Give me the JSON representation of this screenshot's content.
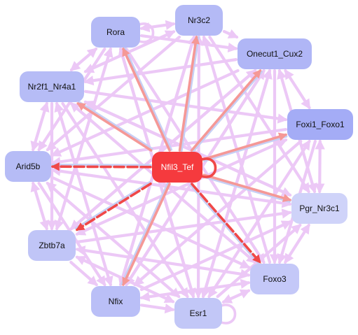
{
  "colors": {
    "edge_default": "#ecc8f6",
    "edge_activating": "#f59896",
    "edge_repressing": "#f04848",
    "edge_shadow": "#c7cff5",
    "node_hub": "#f53a3e",
    "node_hub_text": "#ffffff",
    "node_text": "#111111",
    "background": "#ffffff"
  },
  "nodes": [
    {
      "id": "nfil3_tef",
      "label": "Nfil3_Tef",
      "color": "#f53a3e",
      "hub": true
    },
    {
      "id": "nr3c2",
      "label": "Nr3c2",
      "color": "#b4baf6"
    },
    {
      "id": "rora",
      "label": "Rora",
      "color": "#b4baf6"
    },
    {
      "id": "onecut1_cux2",
      "label": "Onecut1_Cux2",
      "color": "#b0b6f6"
    },
    {
      "id": "nr2f1_nr4a1",
      "label": "Nr2f1_Nr4a1",
      "color": "#b6bcf6"
    },
    {
      "id": "foxi1_foxo1",
      "label": "Foxi1_Foxo1",
      "color": "#a4acf6"
    },
    {
      "id": "arid5b",
      "label": "Arid5b",
      "color": "#b6bcf6"
    },
    {
      "id": "pgr_nr3c1",
      "label": "Pgr_Nr3c1",
      "color": "#cfd3f9"
    },
    {
      "id": "zbtb7a",
      "label": "Zbtb7a",
      "color": "#c0c5f7"
    },
    {
      "id": "foxo3",
      "label": "Foxo3",
      "color": "#c4c8f8"
    },
    {
      "id": "nfix",
      "label": "Nfix",
      "color": "#babff7"
    },
    {
      "id": "esr1",
      "label": "Esr1",
      "color": "#c2c7f7"
    }
  ],
  "edges": [
    {
      "from": "nfil3_tef",
      "to": "arid5b",
      "type": "repressing"
    },
    {
      "from": "nfil3_tef",
      "to": "foxo3",
      "type": "repressing"
    },
    {
      "from": "nfil3_tef",
      "to": "zbtb7a",
      "type": "repressing"
    },
    {
      "from": "nfil3_tef",
      "to": "onecut1_cux2",
      "type": "activating"
    },
    {
      "from": "nfil3_tef",
      "to": "pgr_nr3c1",
      "type": "activating"
    },
    {
      "from": "nfil3_tef",
      "to": "rora",
      "type": "activating"
    },
    {
      "from": "nfil3_tef",
      "to": "nr2f1_nr4a1",
      "type": "activating"
    },
    {
      "from": "nfil3_tef",
      "to": "foxi1_foxo1",
      "type": "activating"
    },
    {
      "from": "nfil3_tef",
      "to": "nfix",
      "type": "activating"
    },
    {
      "from": "nfil3_tef",
      "to": "nr3c2",
      "type": "activating"
    },
    {
      "from": "rora",
      "to": "nr3c2",
      "type": "default"
    },
    {
      "from": "rora",
      "to": "onecut1_cux2",
      "type": "default"
    },
    {
      "from": "rora",
      "to": "nr2f1_nr4a1",
      "type": "default"
    },
    {
      "from": "rora",
      "to": "arid5b",
      "type": "default"
    },
    {
      "from": "rora",
      "to": "zbtb7a",
      "type": "default"
    },
    {
      "from": "rora",
      "to": "foxo3",
      "type": "default"
    },
    {
      "from": "rora",
      "to": "esr1",
      "type": "default"
    },
    {
      "from": "nr3c2",
      "to": "onecut1_cux2",
      "type": "default"
    },
    {
      "from": "nr3c2",
      "to": "nr2f1_nr4a1",
      "type": "default"
    },
    {
      "from": "nr3c2",
      "to": "arid5b",
      "type": "default"
    },
    {
      "from": "nr3c2",
      "to": "nfix",
      "type": "default"
    },
    {
      "from": "nr3c2",
      "to": "pgr_nr3c1",
      "type": "default"
    },
    {
      "from": "nr3c2",
      "to": "esr1",
      "type": "default"
    },
    {
      "from": "onecut1_cux2",
      "to": "nr2f1_nr4a1",
      "type": "default"
    },
    {
      "from": "onecut1_cux2",
      "to": "foxi1_foxo1",
      "type": "default"
    },
    {
      "from": "onecut1_cux2",
      "to": "arid5b",
      "type": "default"
    },
    {
      "from": "onecut1_cux2",
      "to": "zbtb7a",
      "type": "default"
    },
    {
      "from": "onecut1_cux2",
      "to": "nfix",
      "type": "default"
    },
    {
      "from": "onecut1_cux2",
      "to": "esr1",
      "type": "default"
    },
    {
      "from": "onecut1_cux2",
      "to": "foxo3",
      "type": "default"
    },
    {
      "from": "onecut1_cux2",
      "to": "pgr_nr3c1",
      "type": "default"
    },
    {
      "from": "nr2f1_nr4a1",
      "to": "foxi1_foxo1",
      "type": "default"
    },
    {
      "from": "nr2f1_nr4a1",
      "to": "arid5b",
      "type": "default"
    },
    {
      "from": "nr2f1_nr4a1",
      "to": "zbtb7a",
      "type": "default"
    },
    {
      "from": "nr2f1_nr4a1",
      "to": "nfix",
      "type": "default"
    },
    {
      "from": "nr2f1_nr4a1",
      "to": "esr1",
      "type": "default"
    },
    {
      "from": "nr2f1_nr4a1",
      "to": "foxo3",
      "type": "default"
    },
    {
      "from": "nr2f1_nr4a1",
      "to": "pgr_nr3c1",
      "type": "default"
    },
    {
      "from": "foxi1_foxo1",
      "to": "pgr_nr3c1",
      "type": "default"
    },
    {
      "from": "foxi1_foxo1",
      "to": "arid5b",
      "type": "default"
    },
    {
      "from": "foxi1_foxo1",
      "to": "zbtb7a",
      "type": "default"
    },
    {
      "from": "foxi1_foxo1",
      "to": "nfix",
      "type": "default"
    },
    {
      "from": "foxi1_foxo1",
      "to": "esr1",
      "type": "default"
    },
    {
      "from": "foxi1_foxo1",
      "to": "foxo3",
      "type": "default"
    },
    {
      "from": "arid5b",
      "to": "zbtb7a",
      "type": "default"
    },
    {
      "from": "arid5b",
      "to": "nfix",
      "type": "default"
    },
    {
      "from": "arid5b",
      "to": "esr1",
      "type": "default"
    },
    {
      "from": "arid5b",
      "to": "foxo3",
      "type": "default"
    },
    {
      "from": "arid5b",
      "to": "pgr_nr3c1",
      "type": "default"
    },
    {
      "from": "zbtb7a",
      "to": "nfix",
      "type": "default"
    },
    {
      "from": "zbtb7a",
      "to": "esr1",
      "type": "default"
    },
    {
      "from": "zbtb7a",
      "to": "pgr_nr3c1",
      "type": "default"
    },
    {
      "from": "zbtb7a",
      "to": "foxo3",
      "type": "default"
    },
    {
      "from": "nfix",
      "to": "esr1",
      "type": "default"
    },
    {
      "from": "nfix",
      "to": "foxo3",
      "type": "default"
    },
    {
      "from": "nfix",
      "to": "pgr_nr3c1",
      "type": "default"
    },
    {
      "from": "esr1",
      "to": "foxo3",
      "type": "default"
    },
    {
      "from": "esr1",
      "to": "pgr_nr3c1",
      "type": "default"
    },
    {
      "from": "foxo3",
      "to": "pgr_nr3c1",
      "type": "default"
    },
    {
      "from": "pgr_nr3c1",
      "to": "nr2f1_nr4a1",
      "type": "default"
    },
    {
      "from": "esr1",
      "to": "onecut1_cux2",
      "type": "default"
    },
    {
      "from": "nfix",
      "to": "nr3c2",
      "type": "default"
    },
    {
      "from": "nfix",
      "to": "onecut1_cux2",
      "type": "default"
    },
    {
      "from": "esr1",
      "to": "rora",
      "type": "default"
    },
    {
      "from": "zbtb7a",
      "to": "onecut1_cux2",
      "type": "default"
    },
    {
      "from": "foxo3",
      "to": "nr3c2",
      "type": "default"
    }
  ],
  "self_loops": [
    "rora",
    "esr1",
    "nfil3_tef"
  ]
}
